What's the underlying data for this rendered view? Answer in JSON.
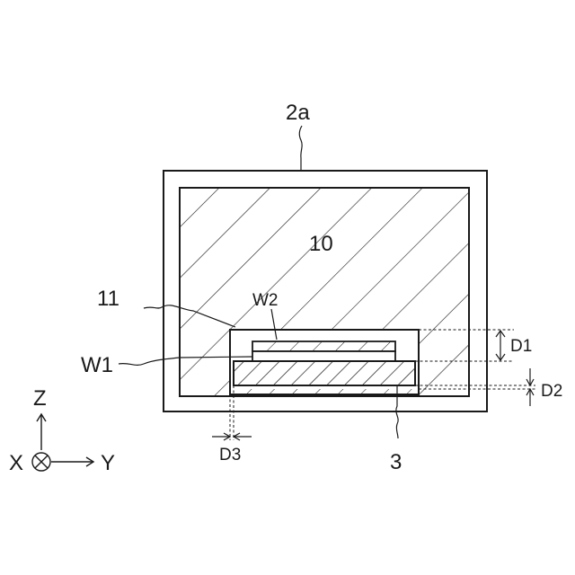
{
  "labels": {
    "frame": "2a",
    "region": "10",
    "cavity": "11",
    "window_top": "W2",
    "window_side": "W1",
    "substrate": "3",
    "dim_1": "D1",
    "dim_2": "D2",
    "dim_3": "D3"
  },
  "axes": {
    "vertical": "Z",
    "horizontal": "Y",
    "depth": "X"
  }
}
